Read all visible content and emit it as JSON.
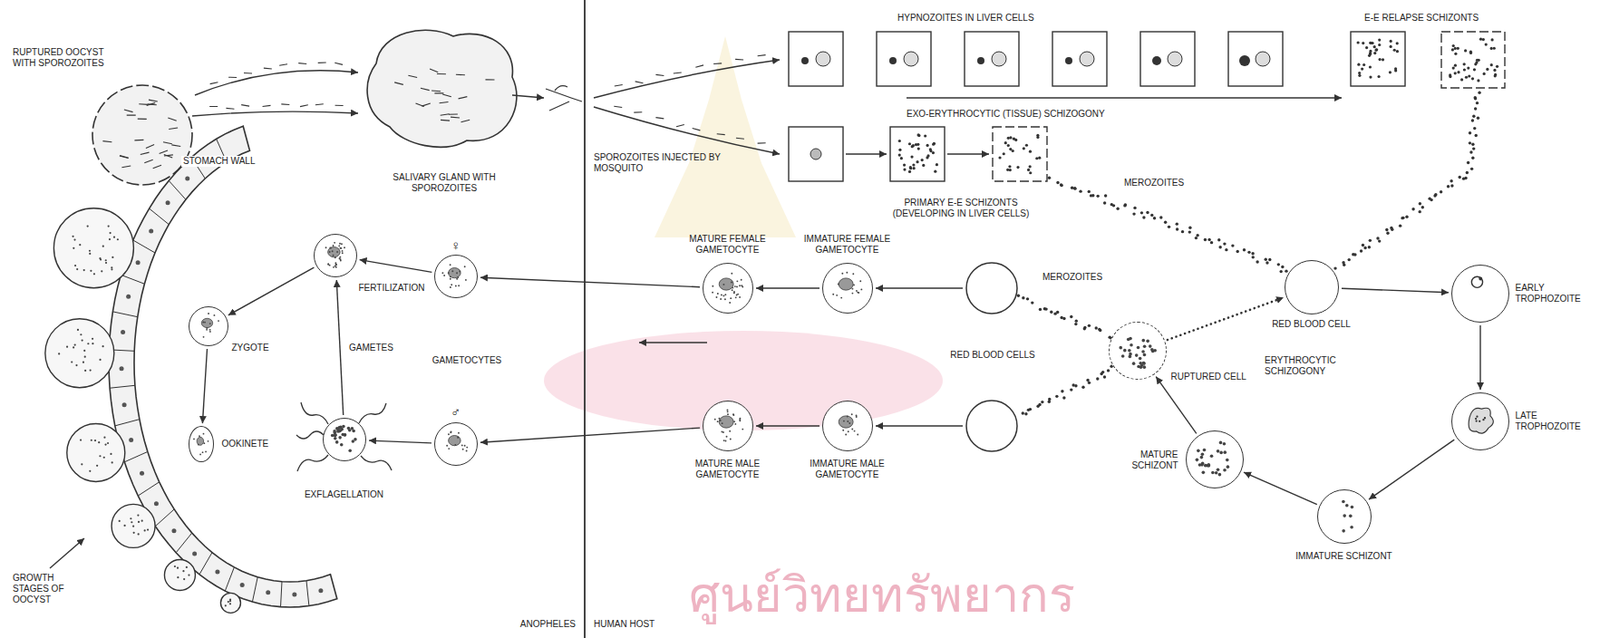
{
  "diagram": {
    "nodes": [
      {
        "text": [
          "RED BLOOD CELL"
        ]
      },
      {
        "text": [
          "FERTILIZATION"
        ]
      },
      {
        "text": [
          "♀"
        ]
      },
      {
        "text": [
          "MATURE FEMALE GAMETOCYTE"
        ]
      },
      {
        "text": [
          "IMMATURE FEMALE GAMETOCYTE"
        ]
      },
      {
        "text": [
          "EARLY TROPHOZOITE"
        ]
      },
      {
        "text": [
          "ZYGOTE"
        ]
      },
      {
        "text": [
          "RUPTURED CELL"
        ]
      },
      {
        "text": [
          "LATE TROPHOZOITE"
        ]
      },
      {
        "text": [
          "♂"
        ]
      },
      {
        "text": [
          "EXFLAGELLATION"
        ]
      },
      {
        "text": [
          "MATURE MALE GAMETOCYTE"
        ]
      },
      {
        "text": [
          "IMMATURE MALE GAMETOCYTE"
        ]
      },
      {
        "text": [
          "OOKINETE"
        ]
      },
      {
        "text": [
          "MATURE SCHIZONT"
        ]
      },
      {
        "text": [
          "IMMATURE SCHIZONT"
        ]
      }
    ],
    "edges": [
      {
        "from": 0,
        "to": 5,
        "arrow": "to"
      },
      {
        "from": 5,
        "to": 8,
        "arrow": "to"
      },
      {
        "from": 8,
        "to": 15,
        "arrow": "to"
      },
      {
        "from": 15,
        "to": 14,
        "arrow": "to"
      },
      {
        "from": 14,
        "to": 7,
        "arrow": "to"
      },
      {
        "from": 7,
        "to": 0,
        "arrow": "to"
      },
      {
        "from": 4,
        "to": 3,
        "arrow": "to"
      },
      {
        "from": 3,
        "to": 2,
        "arrow": "to"
      },
      {
        "from": 12,
        "to": 11,
        "arrow": "to"
      },
      {
        "from": 11,
        "to": 9,
        "arrow": "to"
      },
      {
        "from": 2,
        "to": 1,
        "arrow": "to"
      },
      {
        "from": 9,
        "to": 10,
        "arrow": "to"
      },
      {
        "from": 10,
        "to": 1,
        "label": "GAMETES",
        "arrow": "to"
      },
      {
        "from": 1,
        "to": 6,
        "arrow": "to"
      },
      {
        "from": 6,
        "to": 13,
        "arrow": "to"
      }
    ],
    "labels": [
      "RUPTURED OOCYST WITH SPOROZOITES",
      "SALIVARY GLAND WITH SPOROZOITES",
      "SPOROZOITES INJECTED BY MOSQUITO",
      "HYPNOZOITES IN LIVER CELLS",
      "E-E RELAPSE SCHIZONTS",
      "EXO-ERYTHROCYTIC (TISSUE) SCHIZOGONY",
      "PRIMARY E-E SCHIZONTS (DEVELOPING IN LIVER CELLS)",
      "MEROZOITES",
      "STOMACH WALL",
      "RED BLOOD CELLS",
      "MEROZOITES",
      "ERYTHROCYTIC SCHIZOGONY",
      "GAMETOCYTES",
      "GROWTH STAGES OF OOCYST",
      "ANOPHELES",
      "HUMAN HOST",
      "ศูนย์วิทยทรัพยากร"
    ]
  }
}
